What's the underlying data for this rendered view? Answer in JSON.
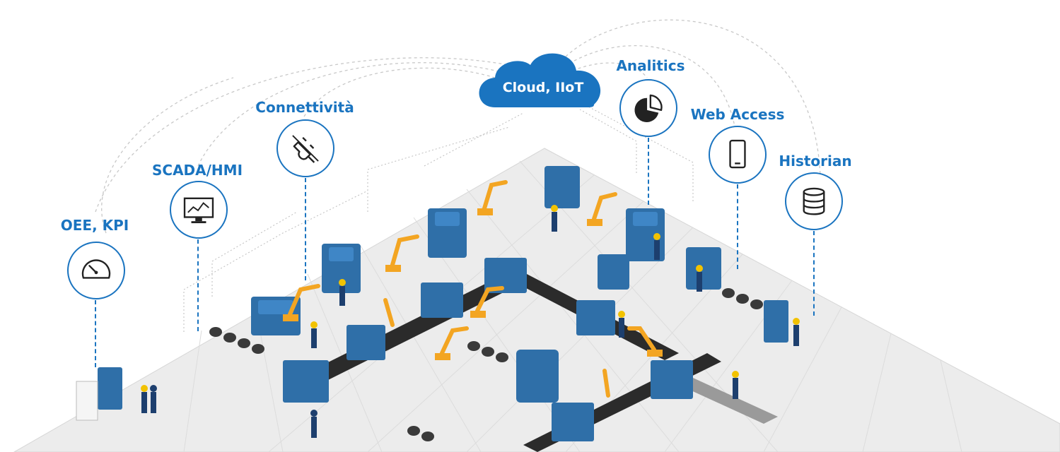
{
  "cloud": {
    "label": "Cloud, IIoT"
  },
  "nodes": [
    {
      "label": "OEE, KPI",
      "icon": "gauge-icon"
    },
    {
      "label": "SCADA/HMI",
      "icon": "monitor-chart-icon"
    },
    {
      "label": "Connettività",
      "icon": "plug-icon"
    },
    {
      "label": "Analitics",
      "icon": "pie-chart-icon"
    },
    {
      "label": "Web Access",
      "icon": "smartphone-icon"
    },
    {
      "label": "Historian",
      "icon": "database-icon"
    }
  ],
  "colors": {
    "accent": "#1a74c0",
    "machine": "#2f6fa8",
    "arm": "#f3a522",
    "floor": "#ececec"
  }
}
